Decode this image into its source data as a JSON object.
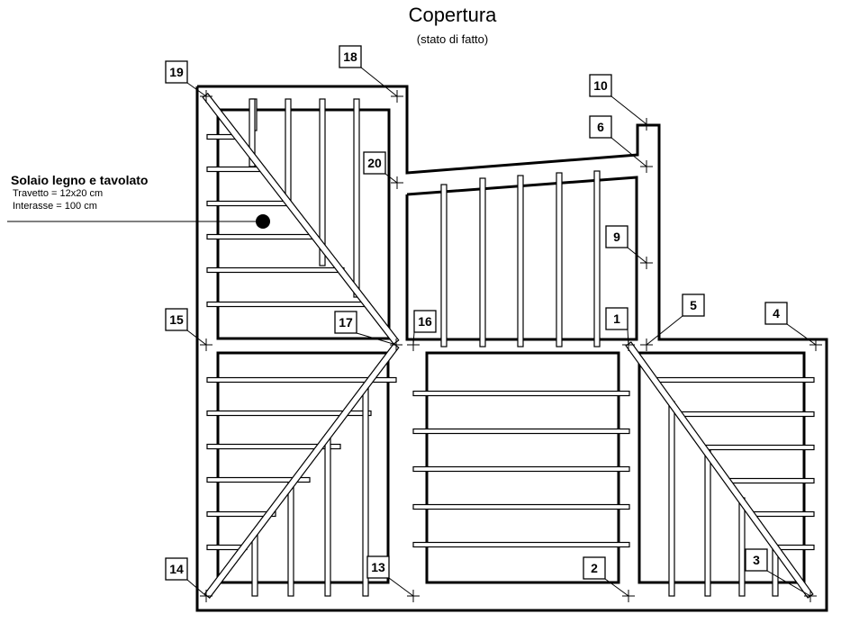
{
  "title": "Copertura",
  "subtitle": "(stato di fatto)",
  "legend": {
    "title": "Solaio legno e tavolato",
    "line1": "Travetto = 12x20 cm",
    "line2": "Interasse = 100 cm"
  },
  "points": [
    "1",
    "2",
    "3",
    "4",
    "5",
    "6",
    "9",
    "10",
    "13",
    "14",
    "15",
    "16",
    "17",
    "18",
    "19",
    "20"
  ]
}
